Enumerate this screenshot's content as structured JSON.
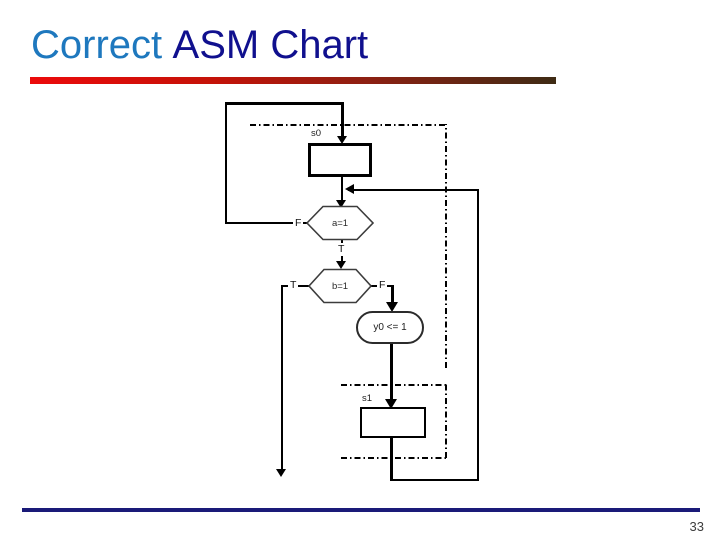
{
  "slide": {
    "title": {
      "part1": "Correct",
      "part2": "ASM Chart"
    },
    "page_number": "33"
  },
  "colors": {
    "title_part1": "#1E78BE",
    "title_part2": "#10108E",
    "rule_gradient_start": "#EC0A0A",
    "rule_gradient_end": "#3E2B14",
    "footer_rule": "#1A1A78",
    "diagram_line": "#000000"
  },
  "diagram": {
    "type": "asm-flowchart",
    "state0_label": "s0",
    "state1_label": "s1",
    "decision_a": "a=1",
    "decision_b": "b=1",
    "output_box": "y0 <= 1",
    "a_false": "F",
    "a_true": "T",
    "b_true": "T",
    "b_false": "F"
  }
}
